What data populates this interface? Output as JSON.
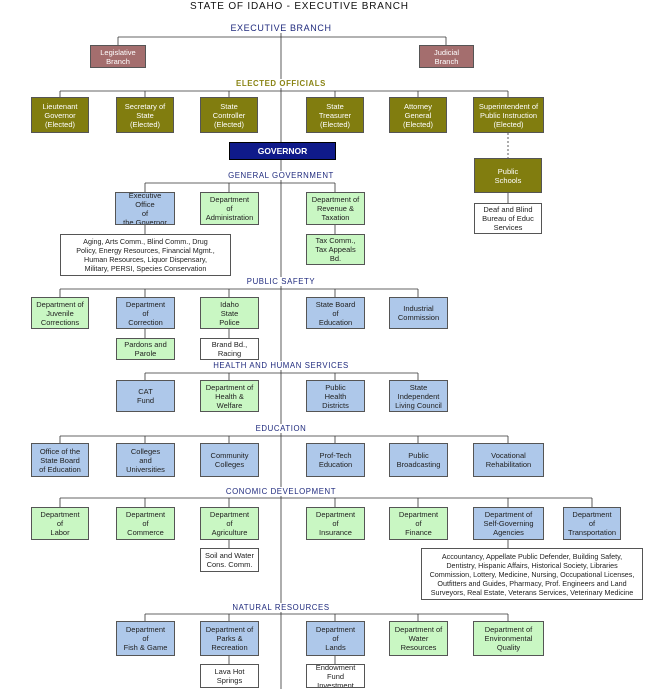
{
  "title": "STATE OF IDAHO - EXECUTIVE BRANCH",
  "subtitle": "EXECUTIVE BRANCH",
  "sections": {
    "elected": "ELECTED OFFICIALS",
    "general": "GENERAL GOVERNMENT",
    "safety": "PUBLIC SAFETY",
    "health": "HEALTH AND HUMAN SERVICES",
    "education": "EDUCATION",
    "economic": "CONOMIC DEVELOPMENT",
    "natural": "NATURAL RESOURCES"
  },
  "branches": {
    "legislative": "Legislative\nBranch",
    "judicial": "Judicial\nBranch"
  },
  "elected": {
    "lt_governor": "Lieutenant\nGovernor\n(Elected)",
    "secretary": "Secretary of\nState\n(Elected)",
    "controller": "State\nController\n(Elected)",
    "treasurer": "State\nTreasurer\n(Elected)",
    "attorney": "Attorney\nGeneral\n(Elected)",
    "superintendent": "Superintendent of\nPublic Instruction\n(Elected)"
  },
  "governor": "GOVERNOR",
  "public_schools": "Public\nSchools",
  "deaf_blind": "Deaf and Blind\nBureau of Educ\nServices",
  "general": {
    "exec_office": "Executive Office\nof\nthe Governor",
    "administration": "Department\nof\nAdministration",
    "revenue": "Department of\nRevenue &\nTaxation",
    "exec_note": "Aging, Arts Comm., Blind Comm., Drug\nPolicy, Energy Resources, Financial Mgmt.,\nHuman Resources, Liquor Dispensary,\nMilitary, PERSI, Species Conservation",
    "tax_comm": "Tax Comm.,\nTax Appeals\nBd."
  },
  "safety": {
    "juvenile": "Department of\nJuvenile\nCorrections",
    "correction": "Department\nof\nCorrection",
    "police": "Idaho\nState\nPolice",
    "state_board": "State Board\nof\nEducation",
    "industrial": "Industrial\nCommission",
    "pardons": "Pardons and\nParole",
    "brand": "Brand Bd.,\nRacing"
  },
  "health": {
    "cat": "CAT\nFund",
    "health_welfare": "Department of\nHealth &\nWelfare",
    "public_health": "Public\nHealth\nDistricts",
    "independent_living": "State\nIndependent\nLiving Council"
  },
  "education": {
    "office_board": "Office of the\nState Board\nof Education",
    "colleges": "Colleges\nand\nUniversities",
    "community": "Community\nColleges",
    "prof_tech": "Prof-Tech\nEducation",
    "broadcasting": "Public\nBroadcasting",
    "vocational": "Vocational\nRehabilitation"
  },
  "economic": {
    "labor": "Department\nof\nLabor",
    "commerce": "Department\nof\nCommerce",
    "agriculture": "Department\nof\nAgriculture",
    "insurance": "Department\nof\nInsurance",
    "finance": "Department\nof\nFinance",
    "self_governing": "Department of\nSelf-Governing\nAgencies",
    "transportation": "Department\nof\nTransportation",
    "soil_water": "Soil and Water\nCons. Comm.",
    "self_gov_note": "Accountancy, Appellate Public Defender, Building Safety,\nDentistry, Hispanic Affairs, Historical Society, Libraries\nCommission, Lottery, Medicine, Nursing, Occupational Licenses,\nOutfitters and Guides, Pharmacy, Prof. Engineers and Land\nSurveyors, Real Estate, Veterans Services, Veterinary Medicine"
  },
  "natural": {
    "fish_game": "Department\nof\nFish & Game",
    "parks": "Department of\nParks &\nRecreation",
    "lands": "Department\nof\nLands",
    "water": "Department of\nWater\nResources",
    "env_quality": "Department of\nEnvironmental\nQuality",
    "lava": "Lava Hot\nSprings",
    "endowment": "Endowment\nFund Investment"
  },
  "colors": {
    "blue_box": "#aec8ea",
    "green_box": "#c9f7c3",
    "olive_box": "#817d0f",
    "brown_box": "#a46e6e",
    "governor_box": "#0f1a8a",
    "heading_text": "#1f2a7d"
  }
}
